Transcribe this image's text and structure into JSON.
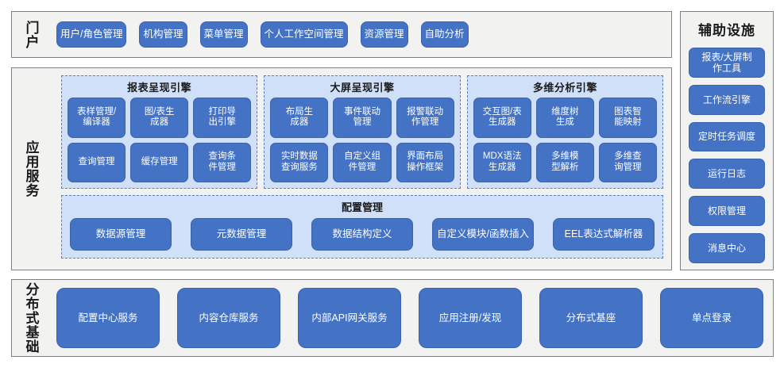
{
  "portal": {
    "label": "门户",
    "items": [
      "用户/角色管理",
      "机构管理",
      "菜单管理",
      "个人工作空间管理",
      "资源管理",
      "自助分析"
    ]
  },
  "aux": {
    "title": "辅助设施",
    "items": [
      "报表/大屏制\n作工具",
      "工作流引擎",
      "定时任务调度",
      "运行日志",
      "权限管理",
      "消息中心"
    ]
  },
  "app_services": {
    "label": "应用服务",
    "engines": [
      {
        "title": "报表呈现引擎",
        "items": [
          "表样管理/\n编译器",
          "图/表生\n成器",
          "打印导\n出引擎",
          "查询管理",
          "缓存管理",
          "查询条\n件管理"
        ]
      },
      {
        "title": "大屏呈现引擎",
        "items": [
          "布局生\n成器",
          "事件联动\n管理",
          "报警联动\n作管理",
          "实时数据\n查询服务",
          "自定义组\n件管理",
          "界面布局\n操作框架"
        ]
      },
      {
        "title": "多维分析引擎",
        "items": [
          "交互图/表\n生成器",
          "维度树\n生成",
          "图表智\n能映射",
          "MDX语法\n生成器",
          "多维模\n型解析",
          "多维查\n询管理"
        ]
      }
    ],
    "config": {
      "title": "配置管理",
      "items": [
        "数据源管理",
        "元数据管理",
        "数据结构定义",
        "自定义模块/函数插入",
        "EEL表达式解析器"
      ]
    }
  },
  "distributed": {
    "label": "分布式基础",
    "items": [
      "配置中心服务",
      "内容仓库服务",
      "内部API网关服务",
      "应用注册/发现",
      "分布式基座",
      "单点登录"
    ]
  },
  "colors": {
    "button_fill": "#4472c4",
    "button_text": "#ffffff",
    "panel_fill": "#f2f2f1",
    "panel_border": "#808080",
    "engine_fill": "#cfe0f8",
    "engine_border": "#5b7fbd"
  }
}
